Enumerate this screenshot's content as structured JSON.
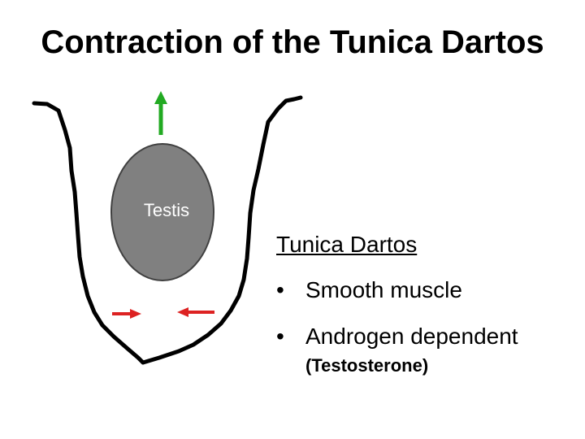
{
  "title": "Contraction of the Tunica Dartos",
  "diagram": {
    "testis_label": "Testis",
    "scrotal_wall_color": "#000000",
    "testis_fill_color": "#808080",
    "up_arrow_color": "#22aa22",
    "inward_arrow_color": "#dd2222"
  },
  "info": {
    "heading": "Tunica Dartos",
    "bullets": [
      {
        "marker": "•",
        "text": "Smooth muscle"
      },
      {
        "marker": "•",
        "text": "Androgen dependent"
      }
    ],
    "note": "(Testosterone)"
  }
}
